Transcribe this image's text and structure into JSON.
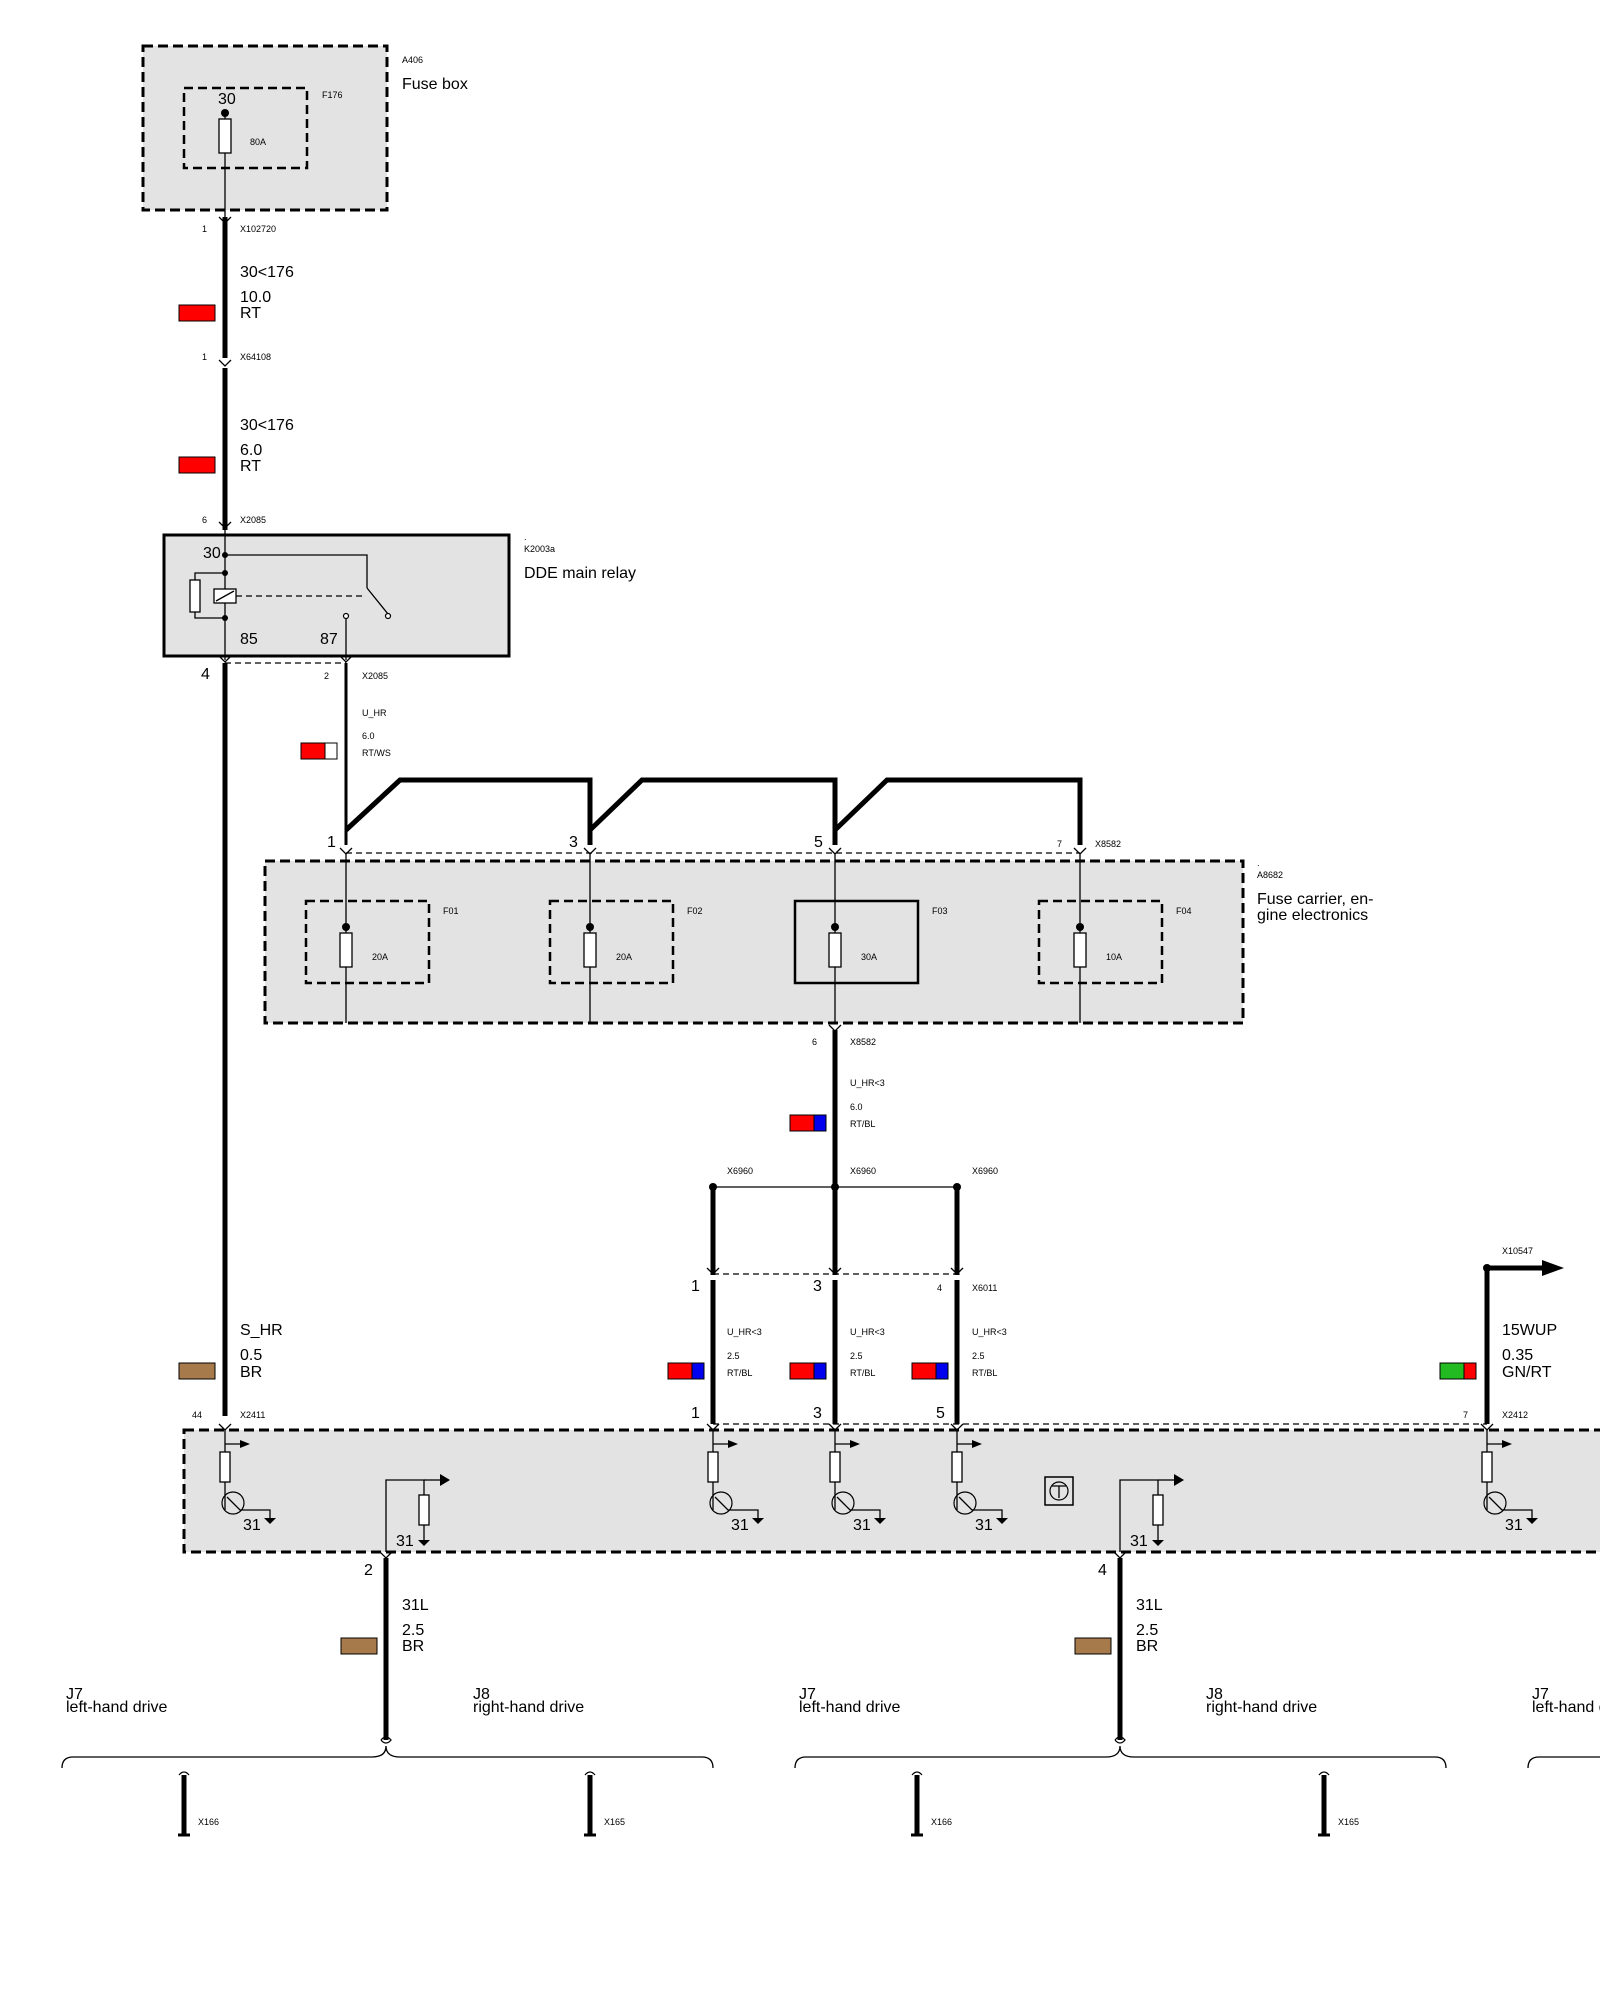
{
  "fuse_box": {
    "ref": "A406",
    "title": "Fuse box",
    "fuse_ref": "F176",
    "terminal": "30",
    "rating": "80A"
  },
  "wire1": {
    "pin_top": "1",
    "connector_top": "X102720",
    "signal": "30<176",
    "gauge": "10.0",
    "color_code": "RT",
    "pin_bottom": "1",
    "connector_bottom": "X64108"
  },
  "wire2": {
    "signal": "30<176",
    "gauge": "6.0",
    "color_code": "RT",
    "pin_bottom": "6",
    "connector_bottom": "X2085"
  },
  "relay": {
    "ref": "K2003a",
    "title": "DDE main relay",
    "term_30": "30",
    "term_85": "85",
    "term_87": "87",
    "pin_85_out": "4",
    "pin_87_out": "2",
    "connector_out": "X2085"
  },
  "wire_uhr": {
    "signal": "U_HR",
    "gauge": "6.0",
    "color_code": "RT/WS"
  },
  "fuse_carrier": {
    "ref": "A8682",
    "title_line1": "Fuse carrier, en-",
    "title_line2": "gine electronics",
    "connector": "X8582",
    "pins": [
      "1",
      "3",
      "5",
      "7"
    ],
    "fuses": [
      {
        "ref": "F01",
        "rating": "20A"
      },
      {
        "ref": "F02",
        "rating": "20A"
      },
      {
        "ref": "F03",
        "rating": "30A"
      },
      {
        "ref": "F04",
        "rating": "10A"
      }
    ],
    "out_pin": "6",
    "out_connector": "X8582"
  },
  "wire_uhr3": {
    "signal": "U_HR<3",
    "gauge": "6.0",
    "color_code": "RT/BL"
  },
  "splice": {
    "label_left": "X6960",
    "label_mid": "X6960",
    "label_right": "X6960"
  },
  "branches": {
    "connector": "X6011",
    "pins_top": [
      "1",
      "3",
      "4"
    ],
    "signal": "U_HR<3",
    "gauge": "2.5",
    "color_code": "RT/BL",
    "pins_bottom": [
      "1",
      "3",
      "5"
    ]
  },
  "wire_shr": {
    "signal": "S_HR",
    "gauge": "0.5",
    "color_code": "BR",
    "pin": "44",
    "connector": "X2411"
  },
  "wire_15wup": {
    "connector_top": "X10547",
    "signal": "15WUP",
    "gauge": "0.35",
    "color_code": "GN/RT",
    "pin": "7",
    "connector": "X2412"
  },
  "module": {
    "ground_label": "31"
  },
  "ground_wires": [
    {
      "pin": "2",
      "signal": "31L",
      "gauge": "2.5",
      "color_code": "BR"
    },
    {
      "pin": "4",
      "signal": "31L",
      "gauge": "2.5",
      "color_code": "BR"
    }
  ],
  "variants": [
    {
      "code": "J7",
      "label": "left-hand drive",
      "connector": "X166"
    },
    {
      "code": "J8",
      "label": "right-hand drive",
      "connector": "X165"
    },
    {
      "code": "J7",
      "label": "left-hand drive",
      "connector": "X166"
    },
    {
      "code": "J8",
      "label": "right-hand drive",
      "connector": "X165"
    },
    {
      "code": "J7",
      "label": "left-hand d"
    }
  ],
  "colors": {
    "RT": "#ff0000",
    "BL": "#0000ee",
    "WS": "#ffffff",
    "BR": "#a67a4a",
    "GN": "#22bb22",
    "box_fill": "#e3e3e3"
  }
}
